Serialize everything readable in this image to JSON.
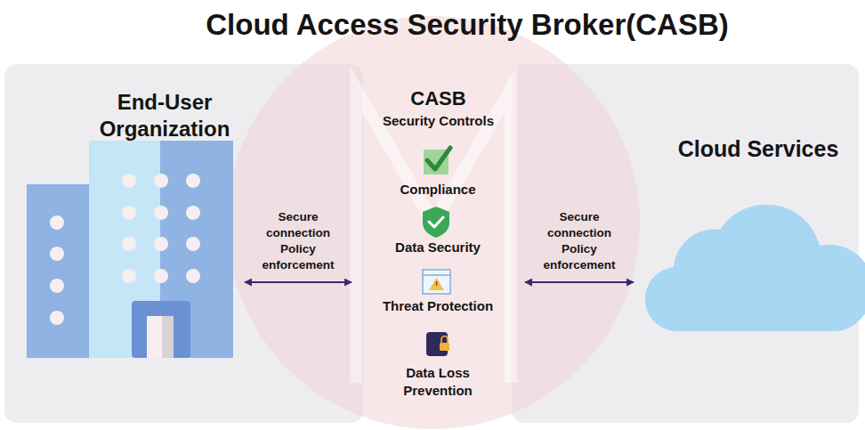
{
  "diagram": {
    "title": "Cloud Access Security Broker(CASB)",
    "nodes": [
      {
        "text": [
          "End-User Organization"
        ]
      },
      {
        "text": [
          "CASB",
          "Security Controls"
        ]
      },
      {
        "text": [
          "Cloud Services"
        ]
      }
    ],
    "edges": [
      {
        "from": 0,
        "to": 1,
        "label": "Secure connection Policy enforcement",
        "arrow": "both"
      },
      {
        "from": 1,
        "to": 2,
        "label": "Secure connection Policy enforcement",
        "arrow": "both"
      }
    ],
    "labels": [
      "Compliance",
      "Data Security",
      "Threat Protection",
      "Data Loss Prevention"
    ]
  }
}
